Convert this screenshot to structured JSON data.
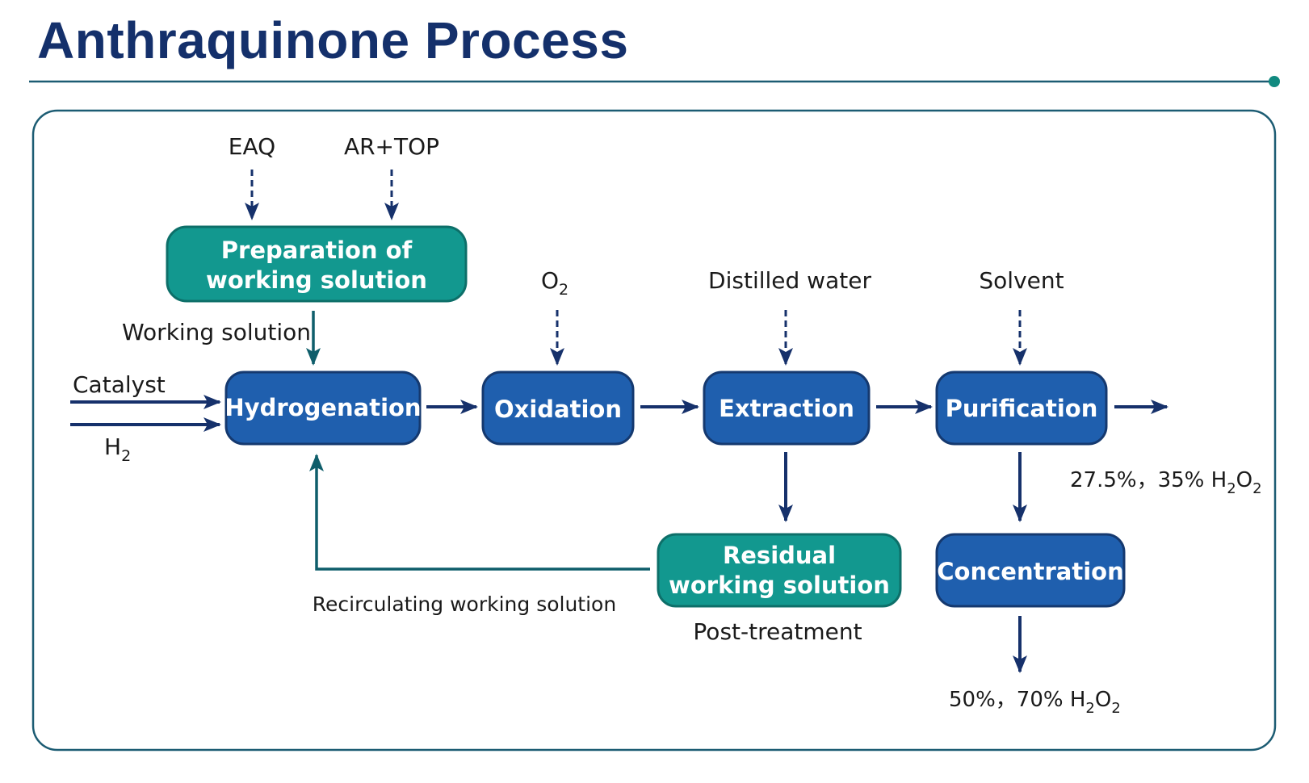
{
  "title": "Anthraquinone Process",
  "colors": {
    "title": "#14306b",
    "process_box": "#1f5fae",
    "process_box_border": "#15396f",
    "teal_box": "#12988f",
    "teal_box_border": "#0d6f69",
    "arrow_navy": "#16316b",
    "arrow_teal": "#0f5e6b",
    "frame_border": "#1c5c73",
    "rule_line": "#1c5c73",
    "rule_dot": "#118a80"
  },
  "boxes": {
    "preparation": [
      "Preparation of",
      "working solution"
    ],
    "hydrogenation": "Hydrogenation",
    "oxidation": "Oxidation",
    "extraction": "Extraction",
    "purification": "Purification",
    "residual": [
      "Residual",
      "working solution"
    ],
    "concentration": "Concentration"
  },
  "inputs": {
    "eaq": "EAQ",
    "ar_top": "AR+TOP",
    "o2": {
      "base": "O",
      "sub": "2"
    },
    "distilled_water": "Distilled water",
    "solvent": "Solvent",
    "catalyst": "Catalyst",
    "h2": {
      "base": "H",
      "sub": "2"
    }
  },
  "labels": {
    "working_solution": "Working solution",
    "recirculating": "Recirculating working solution",
    "post_treatment": "Post-treatment",
    "product_1": {
      "prefix": "27.5%，35% H",
      "sub1": "2",
      "mid": "O",
      "sub2": "2"
    },
    "product_2": {
      "prefix": "50%，70% H",
      "sub1": "2",
      "mid": "O",
      "sub2": "2"
    }
  }
}
